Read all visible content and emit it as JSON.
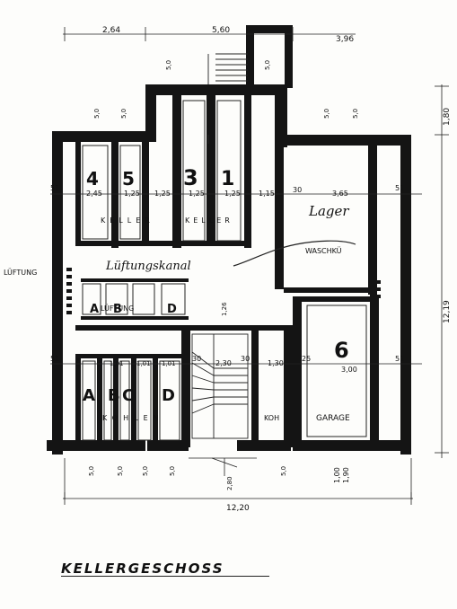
{
  "title": "KELLERGESCHOSS",
  "dimensions": {
    "top_left": "2,64",
    "top_mid": "5,60",
    "top_right": "3,96",
    "right_upper": "1,80",
    "right_total": "12,19",
    "bottom_total": "12,20",
    "bottom_right_a": "1,00",
    "bottom_right_b": "1,90",
    "row_51": "51",
    "w_245": "2,45",
    "w_125": "1,25",
    "w_115": "1,15",
    "w_30": "30",
    "w_365": "3,65",
    "w_25": "25",
    "w_101": "1,01",
    "w_230": "2,30",
    "w_130": "1,30",
    "w_300": "3,00",
    "w_50": "5,0",
    "stair_width": "1,26",
    "stair_label": "2,80"
  },
  "rooms": {
    "keller_left": "KELLER",
    "keller_right": "KELLER",
    "lager": "Lager",
    "waschkue": "WASCHKÜ",
    "lueftungskanal": "Lüftungskanal",
    "lueftung": "LÜFTUNG",
    "lueftung_inner": "LÜFTUNG",
    "kohlen": "KOHLEN",
    "kohlen_small": "KOH",
    "garage": "GARAGE"
  },
  "unit_labels": {
    "k4": "4",
    "k5": "5",
    "k3": "3",
    "k1": "1",
    "k6": "6",
    "a": "A",
    "b": "B",
    "c": "C",
    "d": "D"
  }
}
